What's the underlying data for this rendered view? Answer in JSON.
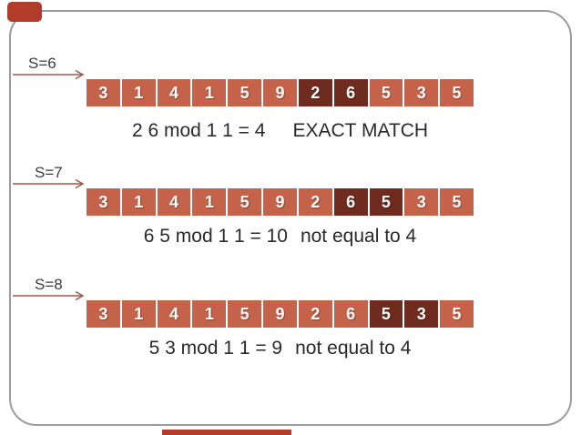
{
  "slide": {
    "rows": [
      {
        "shift_label": "S=6",
        "cells": [
          "3",
          "1",
          "4",
          "1",
          "5",
          "9",
          "2",
          "6",
          "5",
          "3",
          "5"
        ],
        "highlight_indices": [
          6,
          7
        ],
        "formula": "2 6 mod 1 1 = 4",
        "result": "EXACT MATCH"
      },
      {
        "shift_label": "S=7",
        "cells": [
          "3",
          "1",
          "4",
          "1",
          "5",
          "9",
          "2",
          "6",
          "5",
          "3",
          "5"
        ],
        "highlight_indices": [
          7,
          8
        ],
        "formula": "6 5 mod 1 1 = 10",
        "result": "not equal to 4"
      },
      {
        "shift_label": "S=8",
        "cells": [
          "3",
          "1",
          "4",
          "1",
          "5",
          "9",
          "2",
          "6",
          "5",
          "3",
          "5"
        ],
        "highlight_indices": [
          8,
          9
        ],
        "formula": "5 3 mod 1 1 = 9",
        "result": "not equal to 4"
      }
    ]
  },
  "colors": {
    "cell": "#c5624a",
    "cell_highlight": "#6e2b1e",
    "arrow": "#a05a45",
    "border": "#9c9c9c",
    "accent": "#b23b2a",
    "text": "#2a2a2a"
  }
}
